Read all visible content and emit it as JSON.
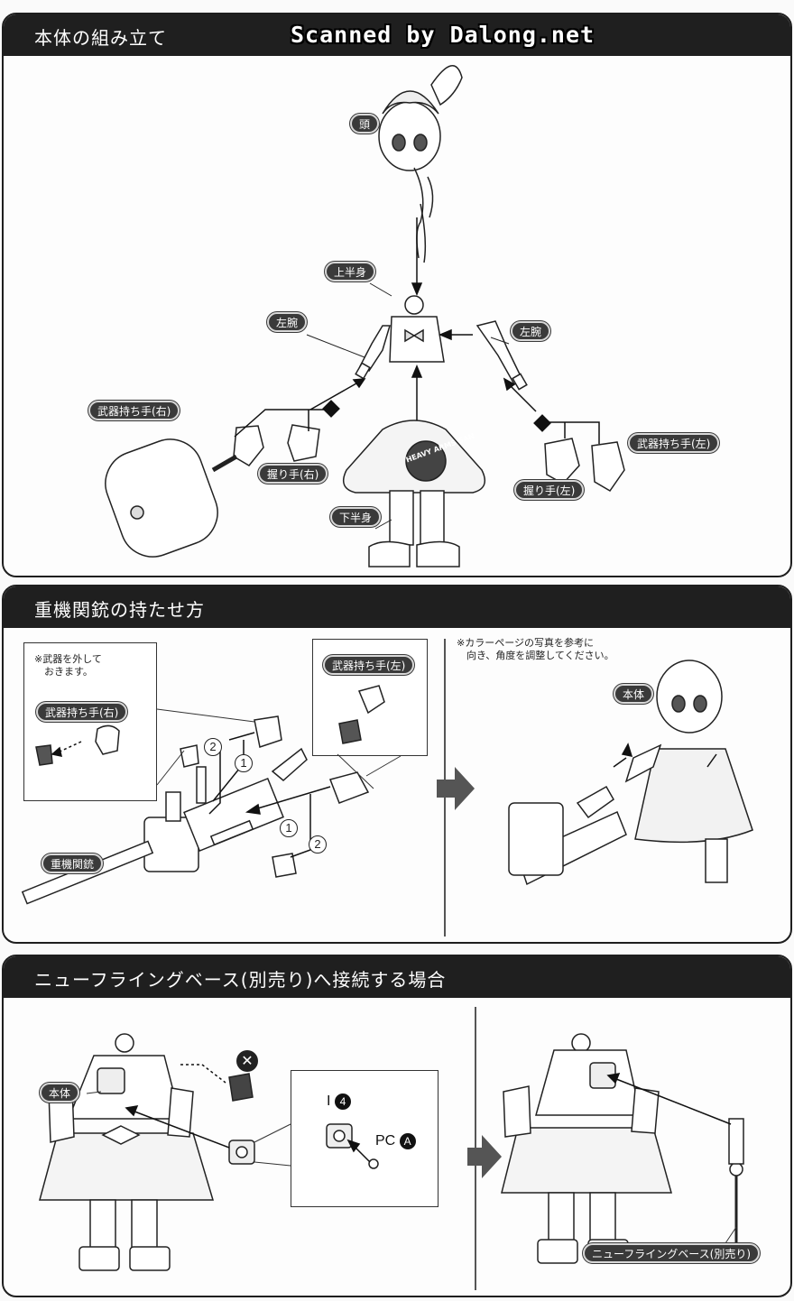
{
  "watermark": "Scanned by Dalong.net",
  "sections": [
    {
      "title": "本体の組み立て",
      "labels": {
        "head": "頭",
        "upper_body": "上半身",
        "left_arm_r": "左腕",
        "left_arm_l": "左腕",
        "weapon_hand_right": "武器持ち手(右)",
        "grip_hand_right": "握り手(右)",
        "lower_body": "下半身",
        "grip_hand_left": "握り手(左)",
        "weapon_hand_left": "武器持ち手(左)",
        "skirt_logo": "HEAVY ARMS SAN"
      }
    },
    {
      "title": "重機関銃の持たせ方",
      "labels": {
        "note_remove": "※武器を外して\n　おきます。",
        "weapon_hand_right": "武器持ち手(右)",
        "weapon_hand_left": "武器持ち手(左)",
        "heavy_mg": "重機関銃",
        "body": "本体",
        "note_color": "※カラーページの写真を参考に\n　向き、角度を調整してください。",
        "step1a": "1",
        "step2a": "2",
        "step1b": "1",
        "step2b": "2"
      }
    },
    {
      "title": "ニューフライングベース(別売り)へ接続する場合",
      "labels": {
        "body": "本体",
        "part_i": "I",
        "part_i_num": "4",
        "part_pc": "PC",
        "part_pc_letter": "A",
        "flying_base": "ニューフライングベース(別売り)"
      }
    }
  ]
}
